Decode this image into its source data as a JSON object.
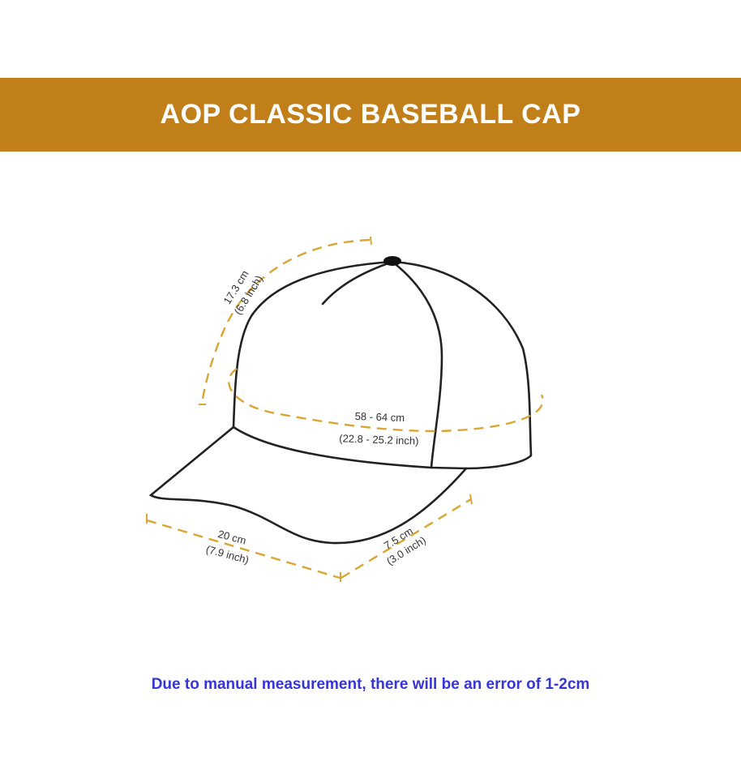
{
  "title": "AOP CLASSIC BASEBALL CAP",
  "colors": {
    "banner": "#C17F1A",
    "dash": "#D9A633",
    "note": "#3535D8",
    "outline": "#222222"
  },
  "measurements": {
    "crown_height": {
      "cm": "17.3 cm",
      "inch": "(6.8 inch)"
    },
    "circumference": {
      "cm": "58 - 64 cm",
      "inch": "(22.8 - 25.2 inch)"
    },
    "brim_width": {
      "cm": "20 cm",
      "inch": "(7.9 inch)"
    },
    "brim_length": {
      "cm": "7.5 cm",
      "inch": "(3.0 inch)"
    }
  },
  "note": "Due to manual measurement, there will be an error of 1-2cm"
}
